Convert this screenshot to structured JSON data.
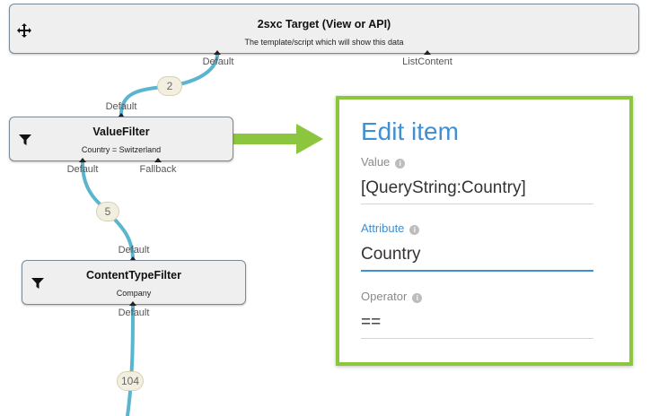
{
  "nodes": {
    "target": {
      "title": "2sxc Target (View or API)",
      "subtitle": "The template/script which will show this data",
      "icon": "move-arrows-icon",
      "ports_out_labels": [
        "Default",
        "ListContent"
      ]
    },
    "value_filter": {
      "title": "ValueFilter",
      "subtitle": "Country = Switzerland",
      "icon": "funnel-icon",
      "port_in": "Default",
      "ports_out": [
        "Default",
        "Fallback"
      ]
    },
    "content_type_filter": {
      "title": "ContentTypeFilter",
      "subtitle": "Company",
      "icon": "funnel-icon",
      "port_in": "Default",
      "port_out": "Default"
    }
  },
  "connections": {
    "value_to_target_count": "2",
    "content_to_value_count": "5",
    "source_to_content_count": "104"
  },
  "edit_panel": {
    "title": "Edit item",
    "fields": {
      "value": {
        "label": "Value",
        "value": "[QueryString:Country]"
      },
      "attribute": {
        "label": "Attribute",
        "value": "Country"
      },
      "operator": {
        "label": "Operator",
        "value": "=="
      }
    },
    "info_glyph": "i"
  },
  "colors": {
    "connection": "#5bb5cf",
    "arrow": "#8cc63f",
    "panel_border": "#8cc63f",
    "accent_blue": "#3f8fd2"
  }
}
